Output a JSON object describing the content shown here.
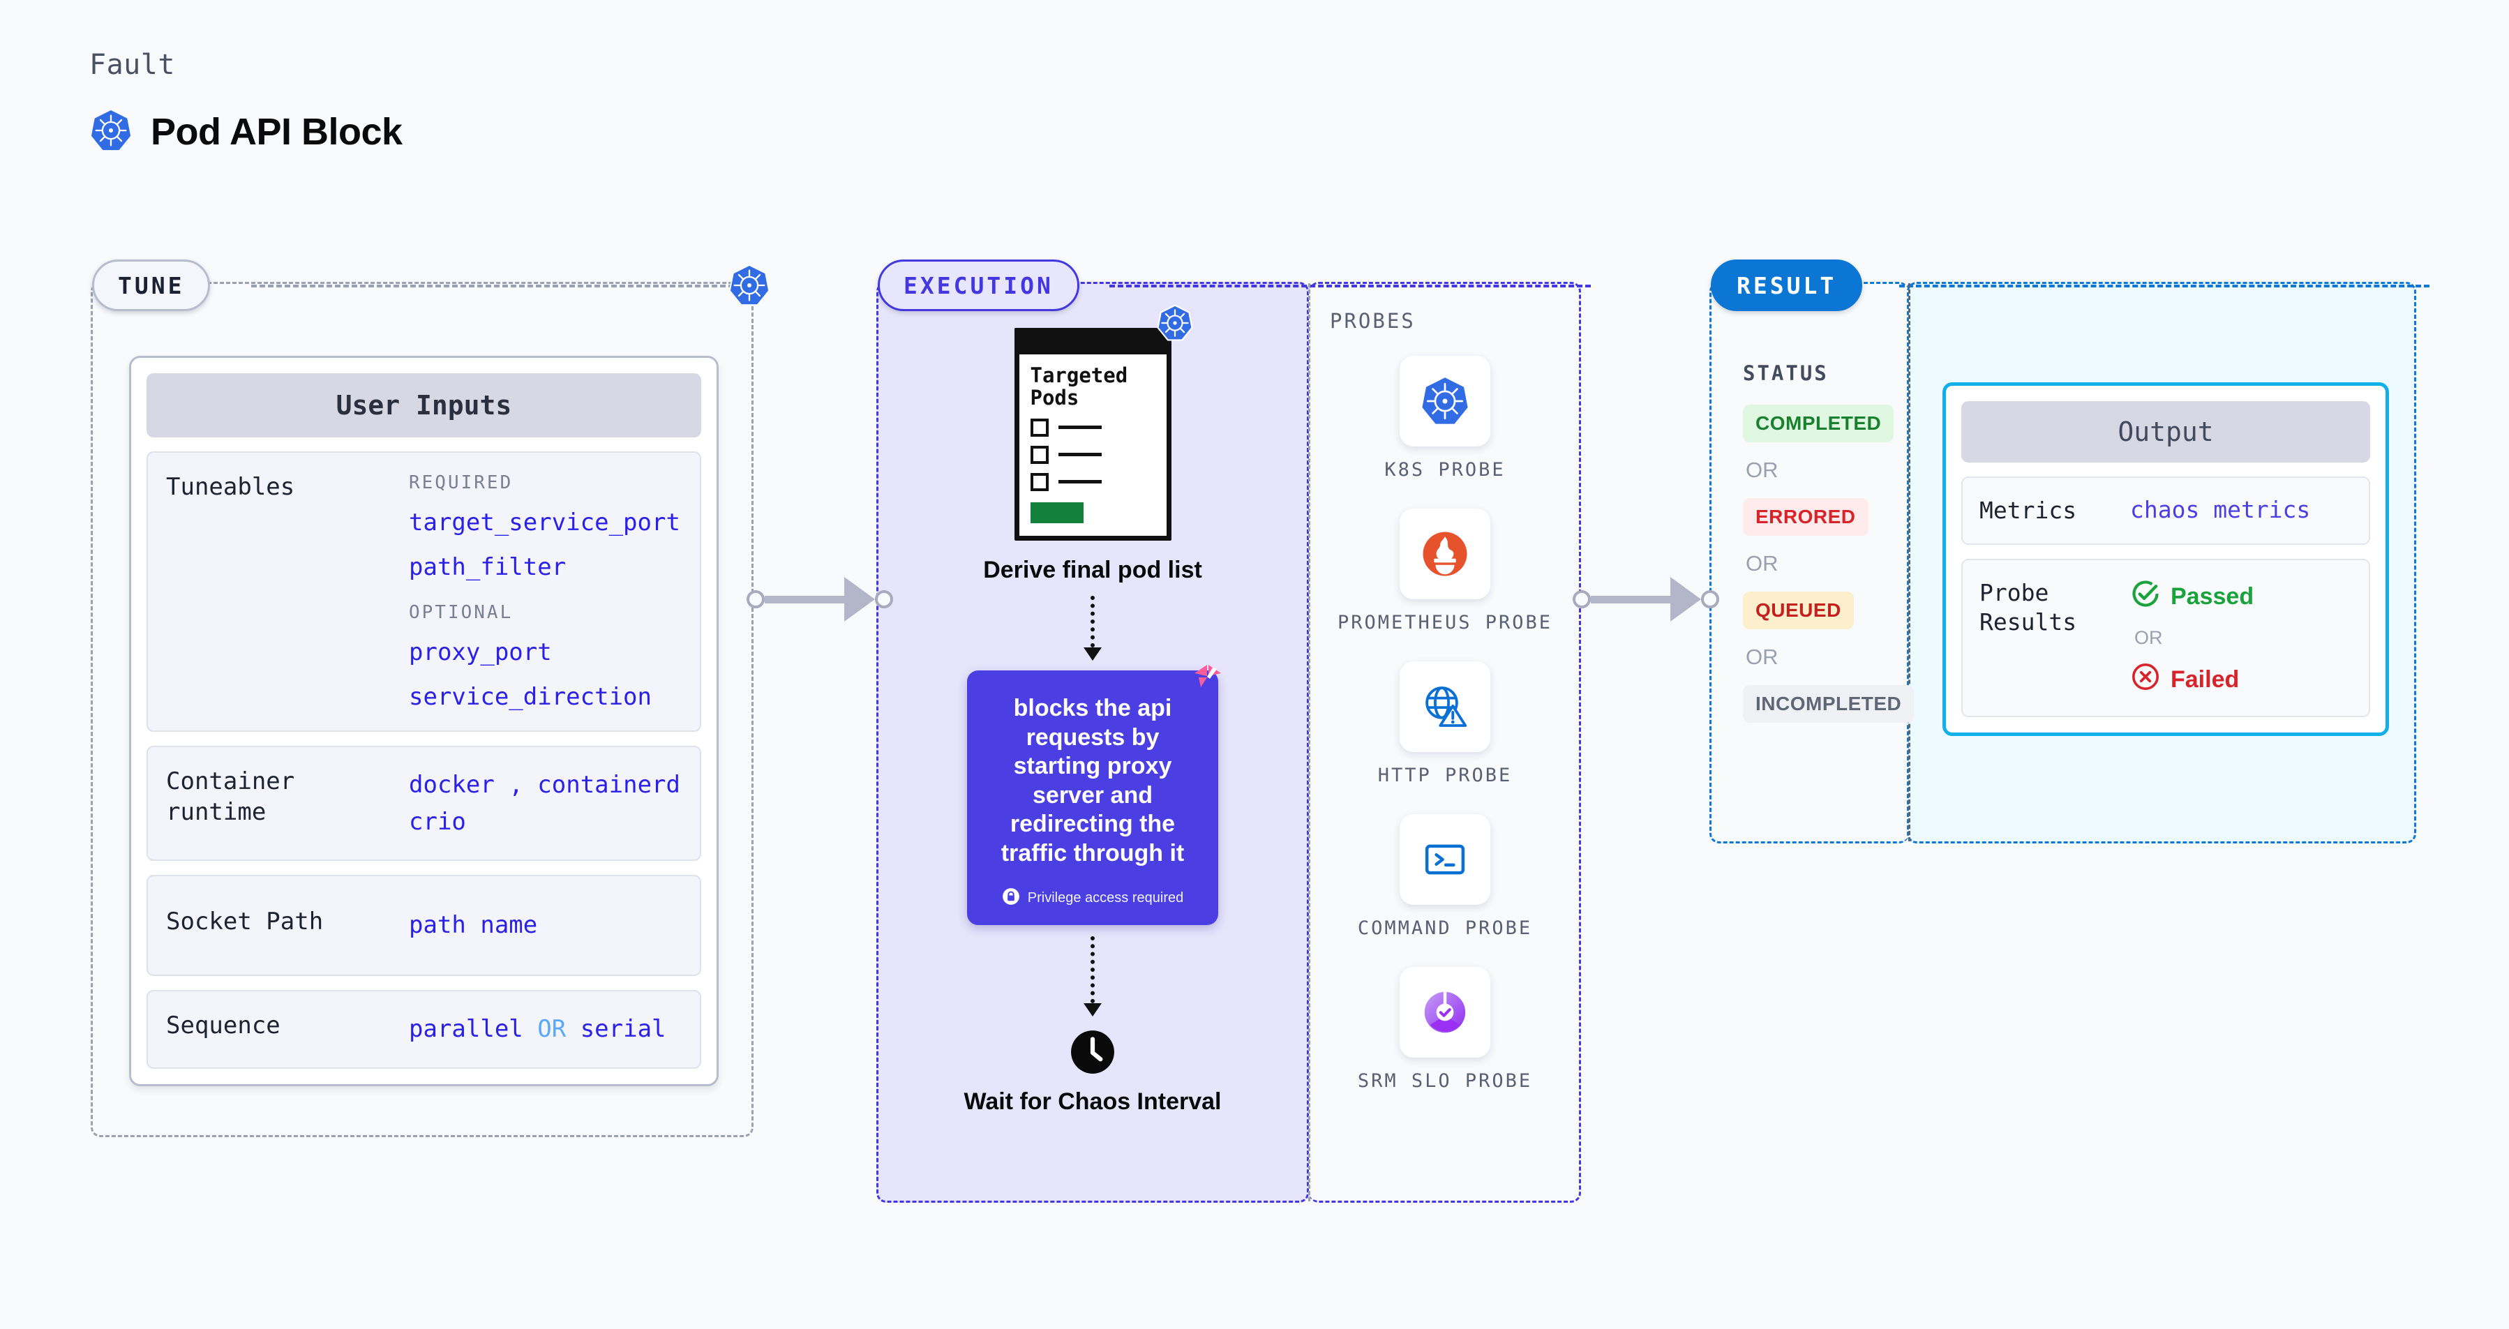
{
  "header": {
    "kicker": "Fault",
    "title": "Pod API Block",
    "icon": "kubernetes-icon"
  },
  "sections": {
    "tune": {
      "pill": "TUNE"
    },
    "execution": {
      "pill": "EXECUTION"
    },
    "result": {
      "pill": "RESULT"
    }
  },
  "tune": {
    "card_title": "User Inputs",
    "blocks": [
      {
        "label": "Tuneables",
        "required_title": "REQUIRED",
        "required": [
          "target_service_port",
          "path_filter"
        ],
        "optional_title": "OPTIONAL",
        "optional": [
          "proxy_port",
          "service_direction"
        ]
      },
      {
        "label": "Container runtime",
        "values_line1": "docker",
        "separator": ",",
        "values_line1b": "containerd",
        "values_line2": "crio"
      },
      {
        "label": "Socket Path",
        "value": "path name"
      },
      {
        "label": "Sequence",
        "value_a": "parallel",
        "or": "OR",
        "value_b": "serial"
      }
    ]
  },
  "execution": {
    "pods_card": {
      "title": "Targeted Pods",
      "icon": "kubernetes-icon",
      "rows": 3
    },
    "step_label": "Derive final pod list",
    "action": {
      "text": "blocks the api requests by starting proxy server and redirecting the traffic through it",
      "privilege_note": "Privilege access required",
      "privilege_icon": "lock-icon",
      "corner_icon": "chaos-ribbon-icon",
      "color": "#4b3fe4"
    },
    "wait": {
      "icon": "clock-icon",
      "label": "Wait for Chaos Interval"
    }
  },
  "probes": {
    "title": "PROBES",
    "items": [
      {
        "label": "K8S PROBE",
        "icon": "kubernetes-icon"
      },
      {
        "label": "PROMETHEUS PROBE",
        "icon": "prometheus-icon"
      },
      {
        "label": "HTTP PROBE",
        "icon": "globe-warning-icon"
      },
      {
        "label": "COMMAND PROBE",
        "icon": "terminal-icon"
      },
      {
        "label": "SRM SLO PROBE",
        "icon": "srm-slo-icon"
      }
    ]
  },
  "result": {
    "status_title": "STATUS",
    "or_label": "OR",
    "statuses": [
      {
        "label": "COMPLETED",
        "color": "#1a7f2e",
        "bg": "#e0f7e2"
      },
      {
        "label": "ERRORED",
        "color": "#d8232a",
        "bg": "#fdeceb"
      },
      {
        "label": "QUEUED",
        "color": "#c42020",
        "bg": "#fcefcc"
      },
      {
        "label": "INCOMPLETED",
        "color": "#5f6678",
        "bg": "#f0f1f5"
      }
    ]
  },
  "output": {
    "card_title": "Output",
    "metrics_label": "Metrics",
    "metrics_value": "chaos metrics",
    "probe_results_label": "Probe Results",
    "passed": "Passed",
    "failed": "Failed",
    "or_label": "OR",
    "passed_icon": "check-circle-icon",
    "failed_icon": "x-circle-icon"
  }
}
